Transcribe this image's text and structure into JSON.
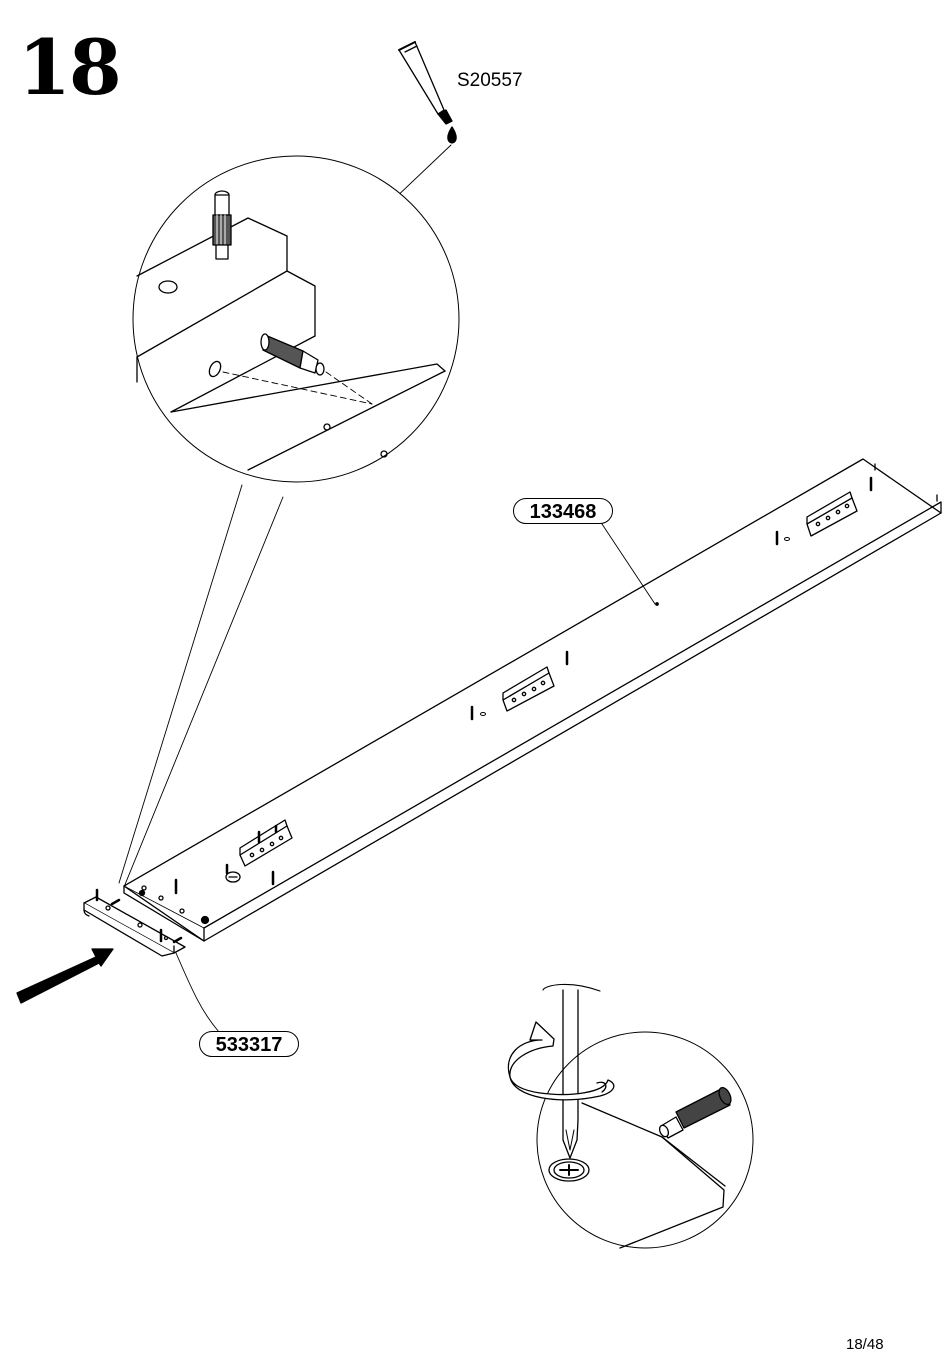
{
  "step": {
    "number": "18"
  },
  "glue": {
    "code": "S20557"
  },
  "parts": {
    "long_panel": "133468",
    "end_panel": "533317"
  },
  "footer": {
    "page": "18/48"
  },
  "icons": [
    "glue-tube-icon",
    "glue-drop-icon",
    "dowel-icon",
    "screwdriver-icon",
    "rotate-arrow-icon",
    "direction-arrow-icon",
    "cam-lock-icon",
    "bracket-icon"
  ],
  "colors": {
    "ink": "#000000",
    "paper": "#ffffff"
  }
}
